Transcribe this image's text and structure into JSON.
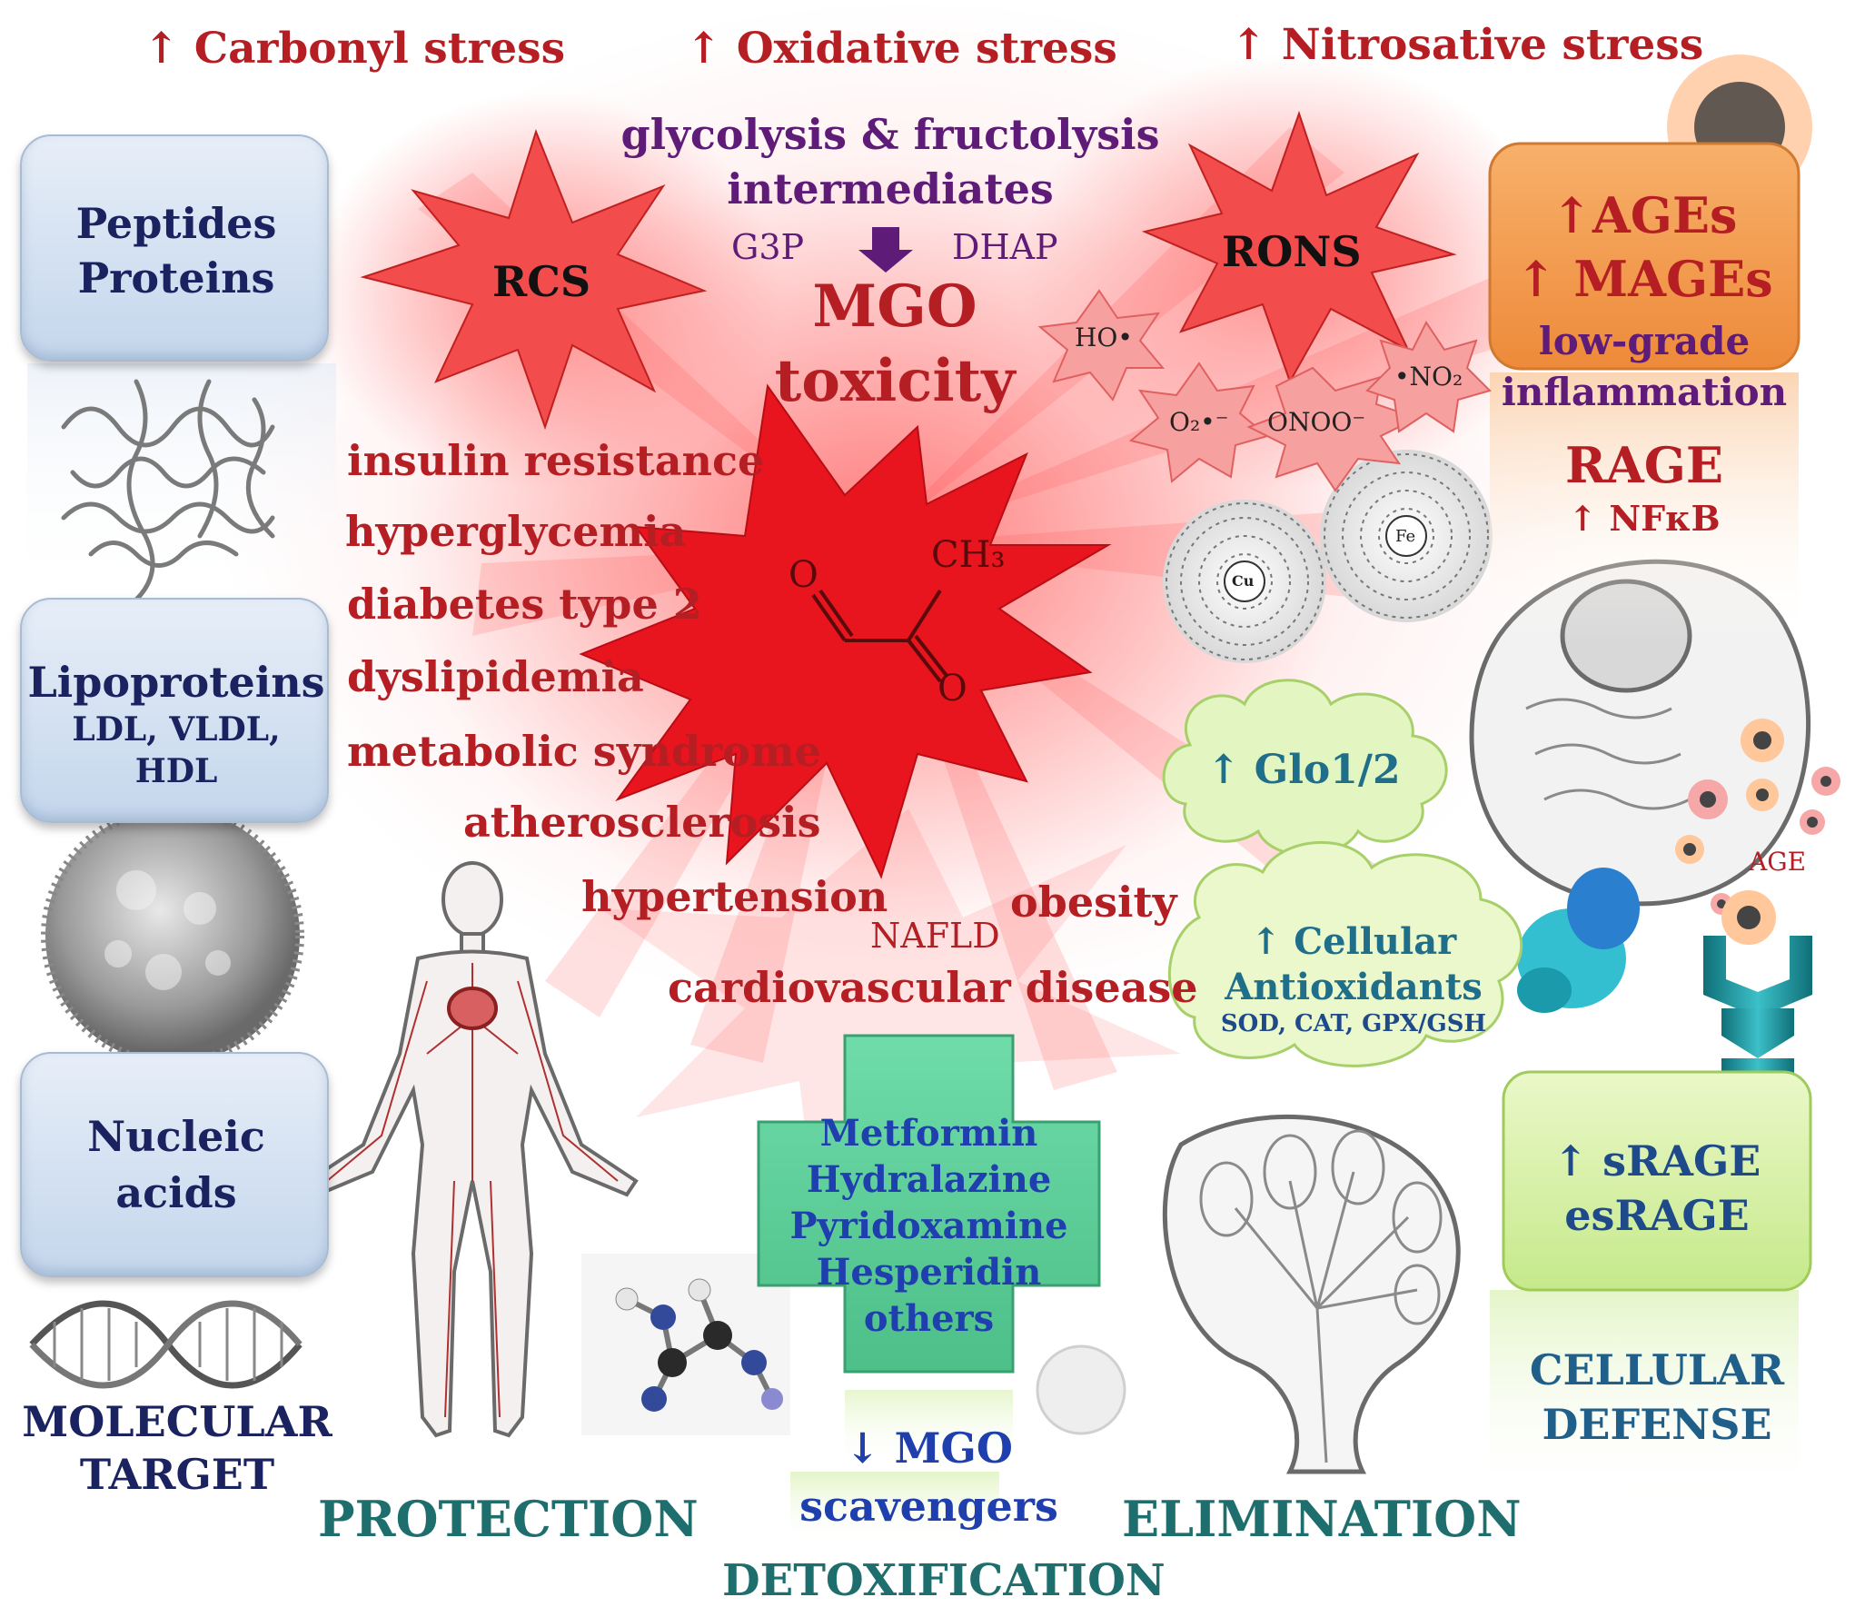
{
  "stress": {
    "carbonyl": "↑ Carbonyl stress",
    "oxidative": "↑ Oxidative stress",
    "nitrosative": "↑ Nitrosative stress"
  },
  "targets": {
    "proteins": [
      "Peptides",
      "Proteins"
    ],
    "lipoproteins_title": "Lipoproteins",
    "lipoproteins_sub": [
      "LDL, VLDL,",
      "HDL"
    ],
    "nucleic": [
      "Nucleic",
      "acids"
    ],
    "footer": [
      "MOLECULAR",
      "TARGET"
    ]
  },
  "center": {
    "glycolysis": [
      "glycolysis & fructolysis",
      "intermediates"
    ],
    "g3p": "G3P",
    "dhap": "DHAP",
    "mgo": "MGO",
    "toxicity": "toxicity",
    "rcs": "RCS",
    "rons": "RONS",
    "radicals": {
      "ho": "HO•",
      "o2": "O₂•⁻",
      "onoo": "ONOO⁻",
      "no2": "•NO₂"
    },
    "molecule": {
      "o1": "O",
      "o2": "O",
      "ch3": "CH₃"
    },
    "metals": {
      "cu": "Cu",
      "fe": "Fe"
    }
  },
  "diseases": [
    "insulin resistance",
    "hyperglycemia",
    "diabetes type 2",
    "dyslipidemia",
    "metabolic syndrome",
    "atherosclerosis",
    "hypertension",
    "obesity",
    "NAFLD",
    "cardiovascular disease"
  ],
  "right": {
    "ages": "↑AGEs",
    "mages": "↑ MAGEs",
    "inflammation": [
      "low-grade",
      "inflammation"
    ],
    "rage": "RAGE",
    "nfkb": "↑ NFκB",
    "age_label": "AGE",
    "srage": [
      "↑ sRAGE",
      "esRAGE"
    ],
    "defense": [
      "CELLULAR",
      "DEFENSE"
    ]
  },
  "clouds": {
    "glo": "↑ Glo1/2",
    "antiox": [
      "↑ Cellular",
      "Antioxidants"
    ],
    "antiox_sub": "SOD, CAT, GPX/GSH"
  },
  "detox": {
    "drugs": [
      "Metformin",
      "Hydralazine",
      "Pyridoxamine",
      "Hesperidin",
      "others"
    ],
    "scavengers": [
      "↓ MGO",
      "scavengers"
    ],
    "label": "DETOXIFICATION"
  },
  "labels": {
    "protection": "PROTECTION",
    "elimination": "ELIMINATION"
  },
  "colors": {
    "star_red": "#e8141e",
    "text_red": "#b51f24",
    "purple": "#5e1b78",
    "navy": "#1a2260",
    "teal": "#1f6e6e",
    "blue": "#1f3fae",
    "orange_box": "#f39c4e",
    "green_box": "#d6f0a4",
    "cross_green": "#5fcf98"
  }
}
